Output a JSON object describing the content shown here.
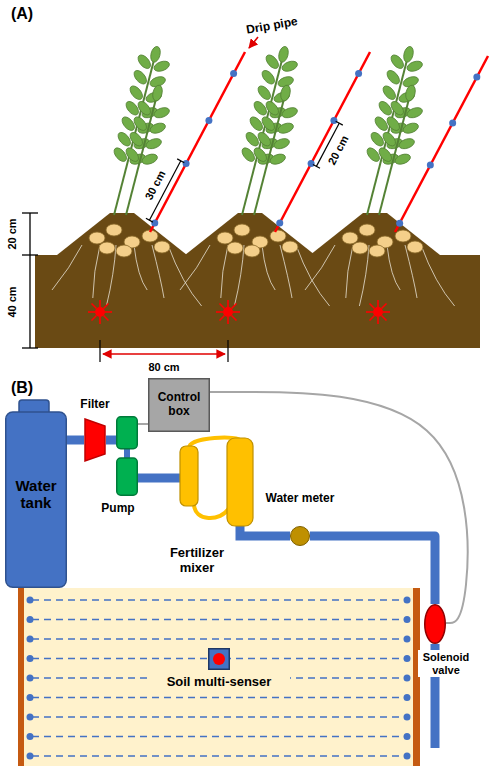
{
  "diagram": {
    "nodes": [
      {
        "text": [
          "Water tank"
        ]
      },
      {
        "text": [
          "Filter"
        ]
      },
      {
        "text": [
          "Pump"
        ]
      },
      {
        "text": [
          "Control box"
        ]
      },
      {
        "text": [
          "Fertilizer mixer"
        ]
      },
      {
        "text": [
          "Water meter"
        ]
      },
      {
        "text": [
          "Solenoid valve"
        ]
      },
      {
        "text": [
          "Soil multi-senser"
        ]
      }
    ],
    "edges": [
      {
        "from": 0,
        "to": 1,
        "arrow": "none"
      },
      {
        "from": 1,
        "to": 2,
        "arrow": "none"
      },
      {
        "from": 2,
        "to": 4,
        "arrow": "none"
      },
      {
        "from": 4,
        "to": 5,
        "arrow": "none"
      },
      {
        "from": 5,
        "to": 6,
        "arrow": "none"
      },
      {
        "from": 3,
        "to": 6,
        "arrow": "none"
      },
      {
        "from": 3,
        "to": 2,
        "arrow": "none"
      }
    ],
    "labels": [
      "(A)",
      "Drip pipe",
      "30 cm",
      "20 cm",
      "20 cm",
      "40 cm",
      "80 cm",
      "(B)"
    ]
  }
}
